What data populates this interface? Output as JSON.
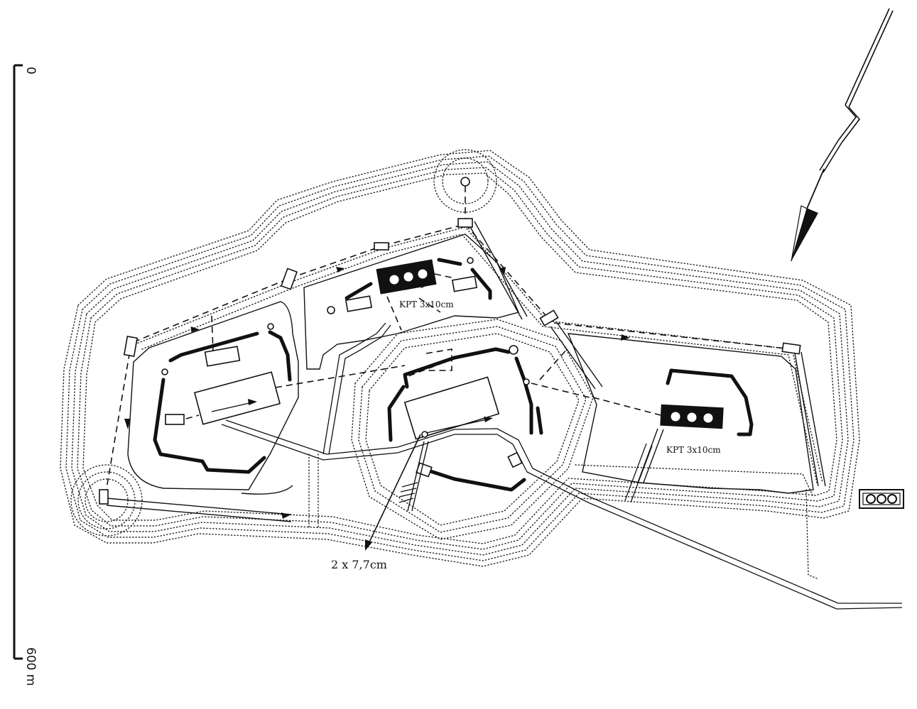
{
  "scale": {
    "start_label": "0",
    "end_label": "600 m"
  },
  "labels": {
    "battery_north": "KPT 3x10cm",
    "battery_east": "KPT 3x10cm",
    "guns_center": "2 x 7,7cm"
  },
  "icons": {
    "north_arrow": "north-arrow-icon",
    "legend": "gun-battery-legend-icon"
  },
  "colors": {
    "ink": "#111111",
    "paper": "#ffffff"
  }
}
